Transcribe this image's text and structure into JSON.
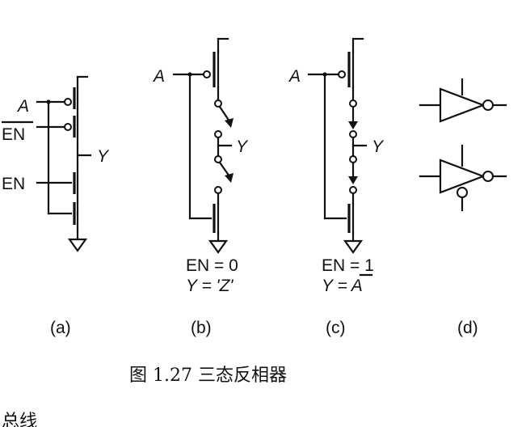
{
  "figure": {
    "panel_a": {
      "label": "(a)",
      "input_a": "A",
      "input_en_bar": "EN",
      "input_en": "EN",
      "output": "Y"
    },
    "panel_b": {
      "label": "(b)",
      "input_a": "A",
      "output": "Y",
      "cond_en": "EN = 0",
      "cond_y": "Y = 'Z'"
    },
    "panel_c": {
      "label": "(c)",
      "input_a": "A",
      "output": "Y",
      "cond_en": "EN = 1",
      "cond_y_prefix": "Y = ",
      "cond_y_var": "A"
    },
    "panel_d": {
      "label": "(d)"
    },
    "caption": "图 1.27 三态反相器",
    "bottom_fragment": "总线"
  },
  "colors": {
    "ink": "#111111",
    "background": "#ffffff"
  }
}
